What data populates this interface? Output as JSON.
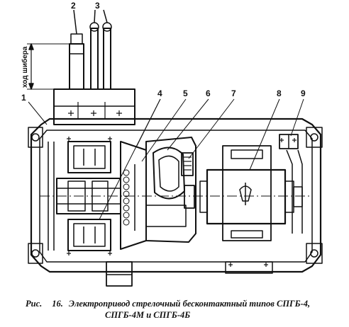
{
  "callouts": [
    {
      "id": "1",
      "label": "1"
    },
    {
      "id": "2",
      "label": "2"
    },
    {
      "id": "3",
      "label": "3"
    },
    {
      "id": "4",
      "label": "4"
    },
    {
      "id": "5",
      "label": "5"
    },
    {
      "id": "6",
      "label": "6"
    },
    {
      "id": "7",
      "label": "7"
    },
    {
      "id": "8",
      "label": "8"
    },
    {
      "id": "9",
      "label": "9"
    }
  ],
  "side_label": "ход шибера",
  "caption": {
    "prefix": "Рис.",
    "number": "16.",
    "line1": "Электропривод стрелочный бесконтактный типов СПГБ-4,",
    "line2": "СПГБ-4М и СПГБ-4Б"
  }
}
